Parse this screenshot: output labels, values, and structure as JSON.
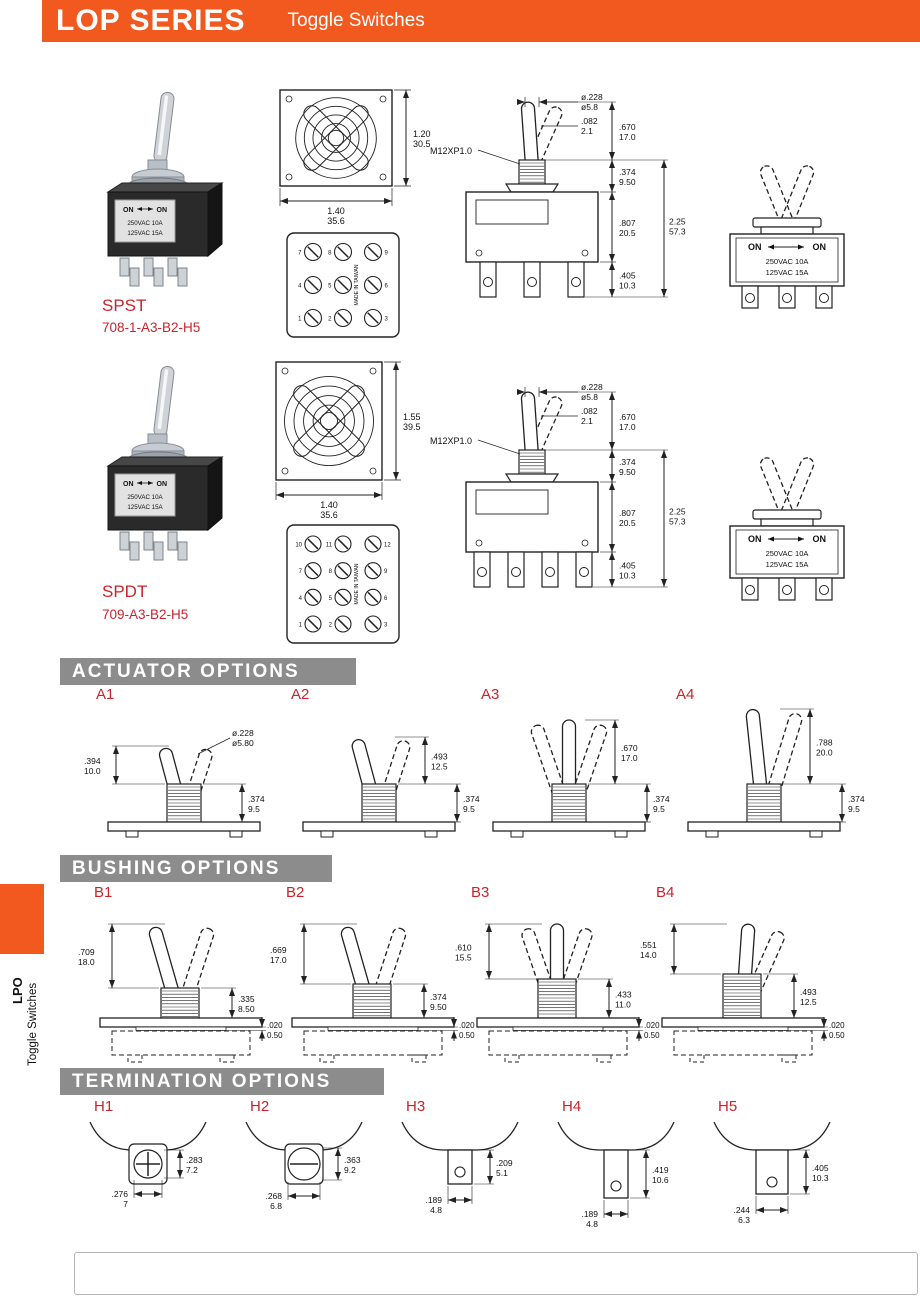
{
  "colors": {
    "accent": "#F1591F",
    "red": "#C9242B",
    "section_bar": "#8C8C8C"
  },
  "header": {
    "series": "LOP SERIES",
    "subtitle": "Toggle Switches"
  },
  "sidebar": {
    "tab_label": "LPO",
    "tab_sub": "Toggle  Switches"
  },
  "sections": {
    "actuator": "ACTUATOR  OPTIONS",
    "bushing": "BUSHING  OPTIONS",
    "termination": "TERMINATION  OPTIONS"
  },
  "products": [
    {
      "name": "SPST",
      "part_number": "708-1-A3-B2-H5",
      "photo_label": {
        "on_left": "ON",
        "on_right": "ON",
        "line1": "250VAC  10A",
        "line2": "125VAC  15A"
      },
      "top_view": {
        "height_in": "1.20",
        "height_mm": "30.5",
        "width_in": "1.40",
        "width_mm": "35.6"
      },
      "bottom_view": {
        "made_in": "MADE IN TAIWAN",
        "terminal_rows": [
          [
            "7",
            "8",
            "9"
          ],
          [
            "4",
            "5",
            "6"
          ],
          [
            "1",
            "2",
            "3"
          ]
        ]
      },
      "side_view": {
        "dia_in": "ø.228",
        "dia_mm": "ø5.8",
        "tip_in": ".082",
        "tip_mm": "2.1",
        "thread": "M12XP1.0",
        "lever_in": ".670",
        "lever_mm": "17.0",
        "bush_in": ".374",
        "bush_mm": "9.50",
        "body_in": ".807",
        "body_mm": "20.5",
        "term_in": ".405",
        "term_mm": "10.3",
        "total_in": "2.25",
        "total_mm": "57.3"
      },
      "front_view": {
        "on_left": "ON",
        "on_right": "ON",
        "line1": "250VAC   10A",
        "line2": "125VAC   15A"
      }
    },
    {
      "name": "SPDT",
      "part_number": "709-A3-B2-H5",
      "photo_label": {
        "on_left": "ON",
        "on_right": "ON",
        "line1": "250VAC  10A",
        "line2": "125VAC  15A"
      },
      "top_view": {
        "height_in": "1.55",
        "height_mm": "39.5",
        "width_in": "1.40",
        "width_mm": "35.6"
      },
      "bottom_view": {
        "made_in": "MADE IN TAIWAN",
        "terminal_rows": [
          [
            "10",
            "11",
            "12"
          ],
          [
            "7",
            "8",
            "9"
          ],
          [
            "4",
            "5",
            "6"
          ],
          [
            "1",
            "2",
            "3"
          ]
        ]
      },
      "side_view": {
        "dia_in": "ø.228",
        "dia_mm": "ø5.8",
        "tip_in": ".082",
        "tip_mm": "2.1",
        "thread": "M12XP1.0",
        "lever_in": ".670",
        "lever_mm": "17.0",
        "bush_in": ".374",
        "bush_mm": "9.50",
        "body_in": ".807",
        "body_mm": "20.5",
        "term_in": ".405",
        "term_mm": "10.3",
        "total_in": "2.25",
        "total_mm": "57.3"
      },
      "front_view": {
        "on_left": "ON",
        "on_right": "ON",
        "line1": "250VAC   10A",
        "line2": "125VAC   15A"
      }
    }
  ],
  "actuators": [
    {
      "id": "A1",
      "lever_in": ".394",
      "lever_mm": "10.0",
      "bush_in": ".374",
      "bush_mm": "9.5",
      "dia_in": "ø.228",
      "dia_mm": "ø5.80"
    },
    {
      "id": "A2",
      "lever_in": ".493",
      "lever_mm": "12.5",
      "bush_in": ".374",
      "bush_mm": "9.5"
    },
    {
      "id": "A3",
      "lever_in": ".670",
      "lever_mm": "17.0",
      "bush_in": ".374",
      "bush_mm": "9.5"
    },
    {
      "id": "A4",
      "lever_in": ".788",
      "lever_mm": "20.0",
      "bush_in": ".374",
      "bush_mm": "9.5"
    }
  ],
  "bushings": [
    {
      "id": "B1",
      "lever_in": ".709",
      "lever_mm": "18.0",
      "bush_in": ".335",
      "bush_mm": "8.50",
      "step_in": ".020",
      "step_mm": "0.50"
    },
    {
      "id": "B2",
      "lever_in": ".669",
      "lever_mm": "17.0",
      "bush_in": ".374",
      "bush_mm": "9.50",
      "step_in": ".020",
      "step_mm": "0.50"
    },
    {
      "id": "B3",
      "lever_in": ".610",
      "lever_mm": "15.5",
      "bush_in": ".433",
      "bush_mm": "11.0",
      "step_in": ".020",
      "step_mm": "0.50"
    },
    {
      "id": "B4",
      "lever_in": ".551",
      "lever_mm": "14.0",
      "bush_in": ".493",
      "bush_mm": "12.5",
      "step_in": ".020",
      "step_mm": "0.50"
    }
  ],
  "terminations": [
    {
      "id": "H1",
      "h_in": ".283",
      "h_mm": "7.2",
      "w_in": ".276",
      "w_mm": "7"
    },
    {
      "id": "H2",
      "h_in": ".363",
      "h_mm": "9.2",
      "w_in": ".268",
      "w_mm": "6.8"
    },
    {
      "id": "H3",
      "h_in": ".209",
      "h_mm": "5.1",
      "w_in": ".189",
      "w_mm": "4.8"
    },
    {
      "id": "H4",
      "h_in": ".419",
      "h_mm": "10.6",
      "w_in": ".189",
      "w_mm": "4.8"
    },
    {
      "id": "H5",
      "h_in": ".405",
      "h_mm": "10.3",
      "w_in": ".244",
      "w_mm": "6.3"
    }
  ]
}
